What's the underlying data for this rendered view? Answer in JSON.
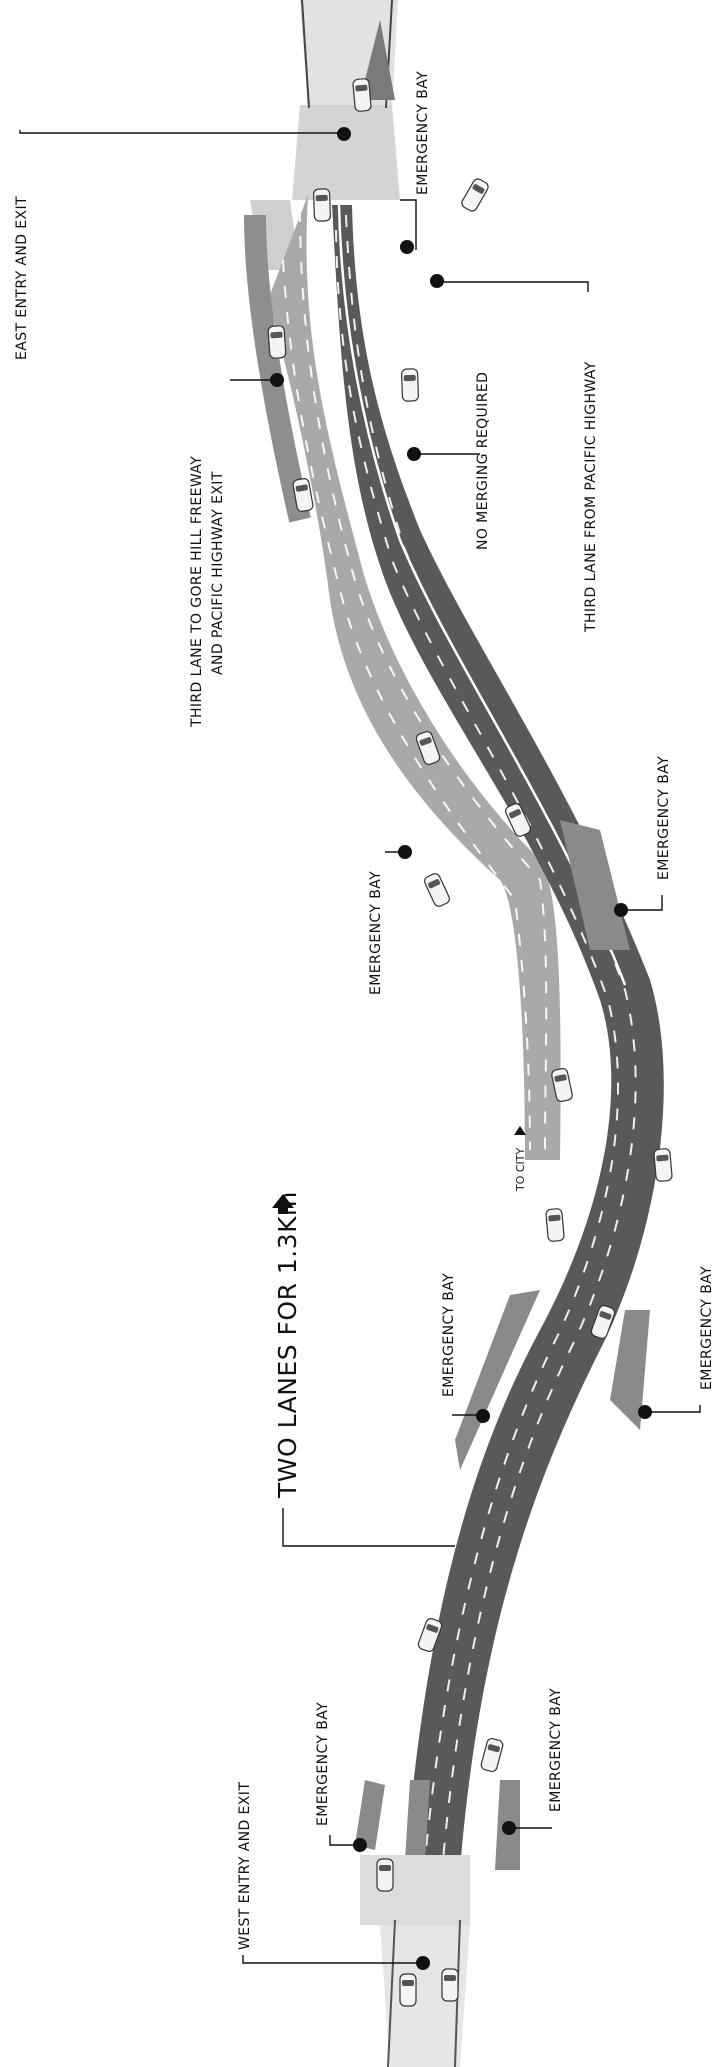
{
  "labels": {
    "east_entry": "EAST ENTRY AND EXIT",
    "emergency_bay": "EMERGENCY BAY",
    "third_lane_from_pacific": "THIRD LANE FROM PACIFIC HIGHWAY",
    "no_merging": "NO MERGING REQUIRED",
    "third_lane_to_gore_line1": "THIRD LANE TO GORE HILL FREEWAY",
    "third_lane_to_gore_line2": "AND PACIFIC HIGHWAY EXIT",
    "two_lanes": "TWO LANES FOR 1.3Km",
    "to_city": "TO CITY",
    "west_entry": "WEST ENTRY AND EXIT"
  },
  "colors": {
    "light_carriageway": "#a9a9a9",
    "dark_carriageway": "#595959",
    "bay_fill": "#8a8a8a",
    "portal_fill": "#d9d9d9"
  }
}
